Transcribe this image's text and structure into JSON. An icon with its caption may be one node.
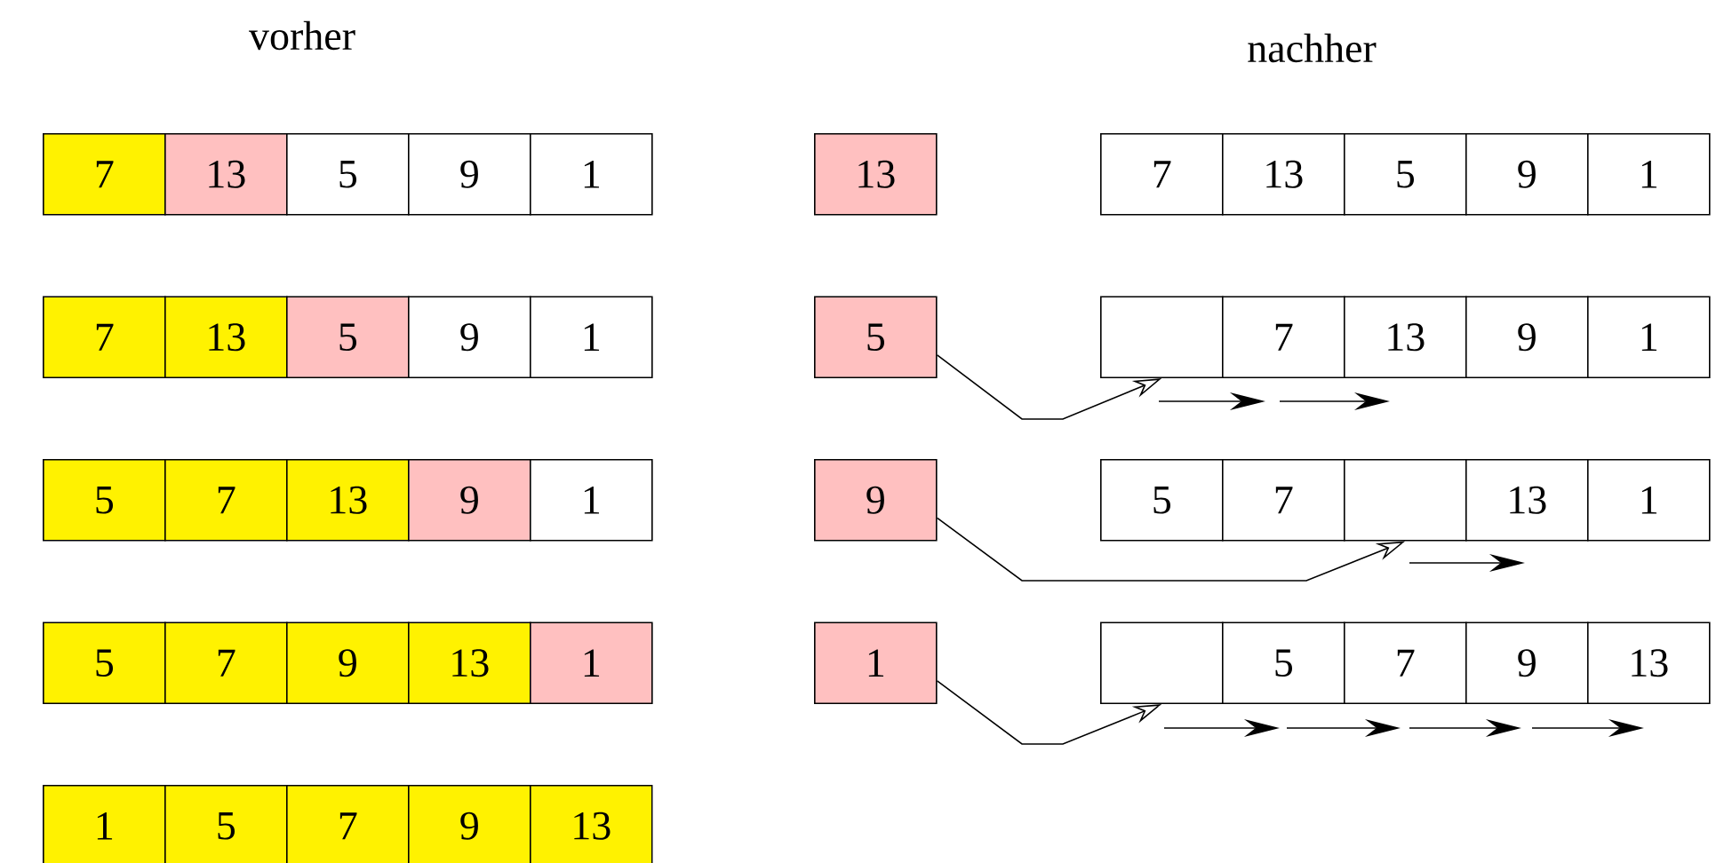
{
  "diagram": {
    "nodes": [
      {
        "text": [
          "7"
        ]
      },
      {
        "text": [
          "13"
        ]
      },
      {
        "text": [
          "5"
        ]
      },
      {
        "text": [
          "9"
        ]
      },
      {
        "text": [
          "1"
        ]
      },
      {
        "text": [
          "13"
        ]
      },
      {
        "text": [
          "7"
        ]
      },
      {
        "text": [
          "13"
        ]
      },
      {
        "text": [
          "5"
        ]
      },
      {
        "text": [
          "9"
        ]
      },
      {
        "text": [
          "1"
        ]
      },
      {
        "text": [
          "7"
        ]
      },
      {
        "text": [
          "13"
        ]
      },
      {
        "text": [
          "5"
        ]
      },
      {
        "text": [
          "9"
        ]
      },
      {
        "text": [
          "1"
        ]
      },
      {
        "text": [
          "5"
        ]
      },
      {
        "text": [],
        "shape": "box"
      },
      {
        "text": [
          "7"
        ]
      },
      {
        "text": [
          "13"
        ]
      },
      {
        "text": [
          "9"
        ]
      },
      {
        "text": [
          "1"
        ]
      },
      {
        "text": [
          "5"
        ]
      },
      {
        "text": [
          "7"
        ]
      },
      {
        "text": [
          "13"
        ]
      },
      {
        "text": [
          "9"
        ]
      },
      {
        "text": [
          "1"
        ]
      },
      {
        "text": [
          "9"
        ]
      },
      {
        "text": [
          "5"
        ]
      },
      {
        "text": [
          "7"
        ]
      },
      {
        "text": [],
        "shape": "box"
      },
      {
        "text": [
          "13"
        ]
      },
      {
        "text": [
          "1"
        ]
      },
      {
        "text": [
          "5"
        ]
      },
      {
        "text": [
          "7"
        ]
      },
      {
        "text": [
          "9"
        ]
      },
      {
        "text": [
          "13"
        ]
      },
      {
        "text": [
          "1"
        ]
      },
      {
        "text": [
          "1"
        ]
      },
      {
        "text": [],
        "shape": "box"
      },
      {
        "text": [
          "5"
        ]
      },
      {
        "text": [
          "7"
        ]
      },
      {
        "text": [
          "9"
        ]
      },
      {
        "text": [
          "13"
        ]
      },
      {
        "text": [
          "1"
        ]
      },
      {
        "text": [
          "5"
        ]
      },
      {
        "text": [
          "7"
        ]
      },
      {
        "text": [
          "9"
        ]
      },
      {
        "text": [
          "13"
        ]
      }
    ],
    "edges": [
      {
        "from": 16,
        "to": 17,
        "arrow": "to"
      },
      {
        "from": 27,
        "to": 30,
        "arrow": "to"
      },
      {
        "from": 38,
        "to": 39,
        "arrow": "to"
      }
    ],
    "labels": [
      "vorher",
      "nachher"
    ]
  }
}
